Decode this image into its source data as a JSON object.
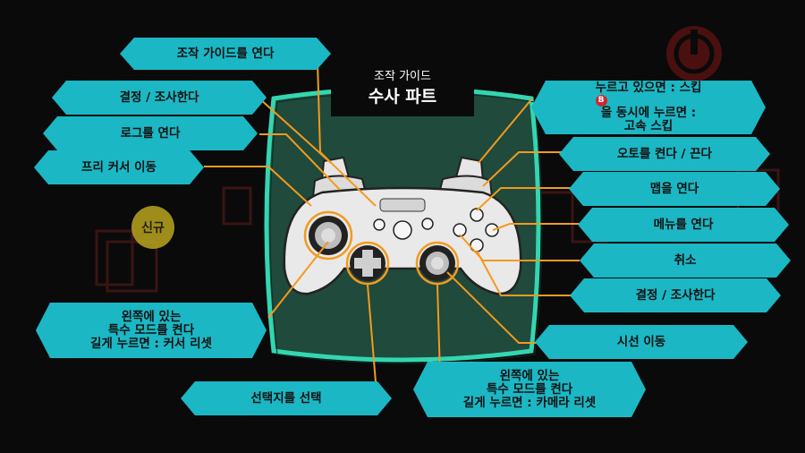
{
  "header": {
    "subtitle": "조작 가이드",
    "title": "수사 파트"
  },
  "badge": {
    "text": "신규"
  },
  "labels": {
    "guide": "조작 가이드를 연다",
    "decide_l": "결정 / 조사한다",
    "log": "로그를 연다",
    "cursor": "프리 커서 이동",
    "left_stick_1": "왼쪽에 있는",
    "left_stick_2": "특수 모드를 켠다",
    "left_stick_3": "길게 누르면 : 커서 리셋",
    "select": "선택지를 선택",
    "skip_1": "누르고 있으면 : 스킵",
    "skip_b": "B",
    "skip_2": "을 동시에 누르면 :",
    "skip_3": "고속 스킵",
    "auto": "오토를 켠다 / 끈다",
    "map": "맵을 연다",
    "menu": "메뉴를 연다",
    "cancel": "취소",
    "decide_r": "결정 / 조사한다",
    "look": "시선 이동",
    "right_stick_1": "왼쪽에 있는",
    "right_stick_2": "특수 모드를 켠다",
    "right_stick_3": "길게 누르면 : 카메라 리셋"
  },
  "colors": {
    "accent": "#1bb7c4",
    "frame": "#33d6b0",
    "panel": "#1f4a3c",
    "leader": "#f39a1e",
    "power": "#d2262e"
  }
}
